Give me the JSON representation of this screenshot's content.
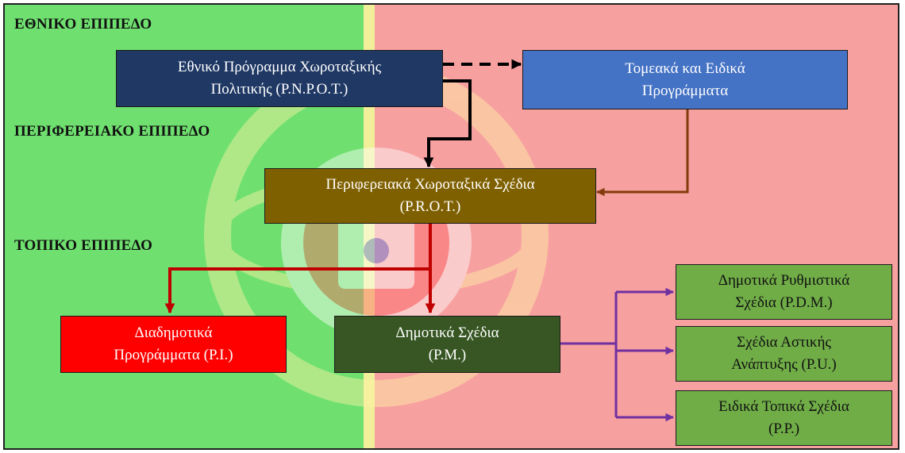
{
  "levels": {
    "national": "ΕΘΝΙΚΟ ΕΠΙΠΕΔΟ",
    "regional": "ΠΕΡΙΦΕΡΕΙΑΚΟ ΕΠΙΠΕΔΟ",
    "local": "ΤΟΠΙΚΟ ΕΠΙΠΕΔΟ"
  },
  "boxes": {
    "pnpot": {
      "line1": "Εθνικό Πρόγραμμα Χωροταξικής",
      "line2": "Πολιτικής (P.N.P.O.T.)"
    },
    "sectoral": {
      "line1": "Τομεακά και Ειδικά",
      "line2": "Προγράμματα"
    },
    "prot": {
      "line1": "Περιφερειακά Χωροταξικά Σχέδια",
      "line2": "(P.R.O.T.)"
    },
    "pi": {
      "line1": "Διαδημοτικά",
      "line2": "Προγράμματα (P.I.)"
    },
    "pm": {
      "line1": "Δημοτικά Σχέδια",
      "line2": "(P.M.)"
    },
    "pdm": {
      "line1": "Δημοτικά Ρυθμιστικά",
      "line2": "Σχέδια (P.D.M.)"
    },
    "pu": {
      "line1": "Σχέδια Αστικής",
      "line2": "Ανάπτυξης (P.U.)"
    },
    "pp": {
      "line1": "Ειδικά Τοπικά Σχέδια",
      "line2": "(P.P.)"
    }
  },
  "colors": {
    "green_field": "#6fe06f",
    "red_field": "#f7a0a0",
    "navy": "#1f3864",
    "blue": "#4472c4",
    "brown": "#7f6000",
    "red": "#ff0000",
    "dark_green": "#375623",
    "olive_green": "#70ad47",
    "arrow_black": "#000000",
    "arrow_brown": "#843c0c",
    "arrow_red": "#c00000",
    "arrow_purple": "#7030a0"
  }
}
